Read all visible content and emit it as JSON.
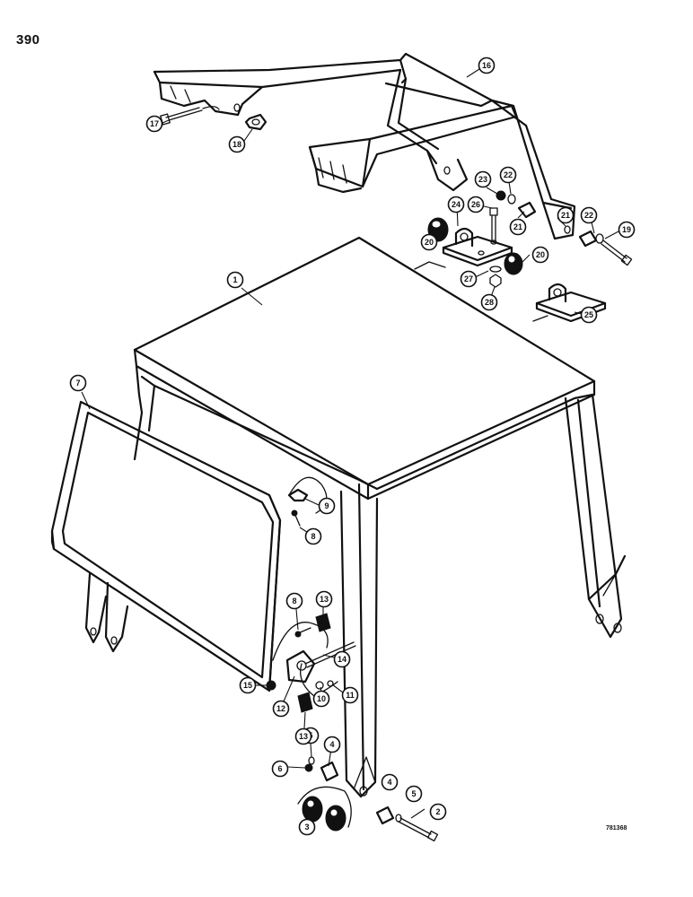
{
  "page_number": "390",
  "drawing_code": "781368",
  "callouts": [
    "1",
    "2",
    "3",
    "4",
    "5",
    "6",
    "7",
    "8",
    "9",
    "10",
    "11",
    "12",
    "13",
    "14",
    "15",
    "16",
    "17",
    "18",
    "19",
    "20",
    "21",
    "22",
    "23",
    "24",
    "25",
    "26",
    "27",
    "28"
  ]
}
